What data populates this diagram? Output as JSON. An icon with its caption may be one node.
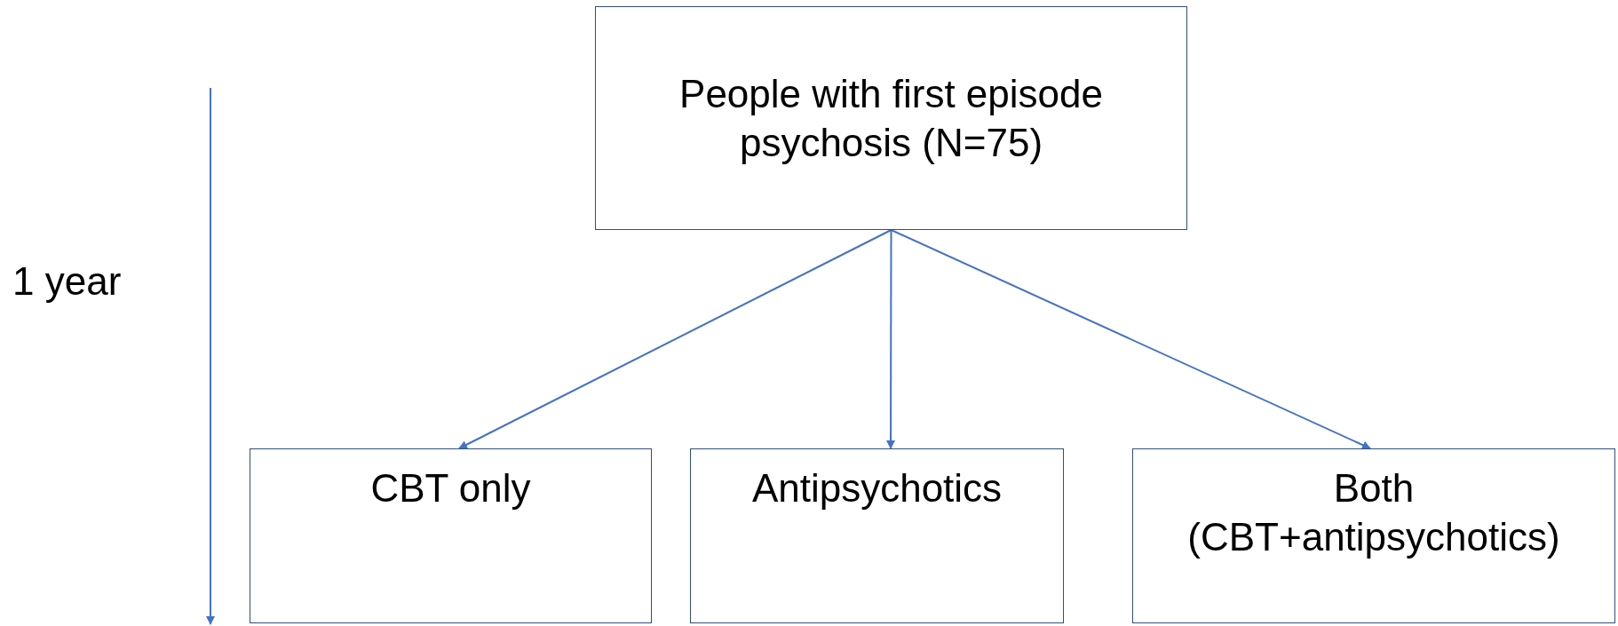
{
  "diagram": {
    "nodes": [
      {
        "text": [
          "People with first episode psychosis (N=75)"
        ]
      },
      {
        "text": [
          "CBT only"
        ]
      },
      {
        "text": [
          "Antipsychotics"
        ]
      },
      {
        "text": [
          "Both (CBT+antipsychotics)"
        ]
      }
    ],
    "edges": [
      {
        "from": 0,
        "to": 1,
        "arrow": "to"
      },
      {
        "from": 0,
        "to": 2,
        "arrow": "to"
      },
      {
        "from": 0,
        "to": 3,
        "arrow": "to"
      }
    ],
    "labels": [
      "1 year"
    ]
  }
}
